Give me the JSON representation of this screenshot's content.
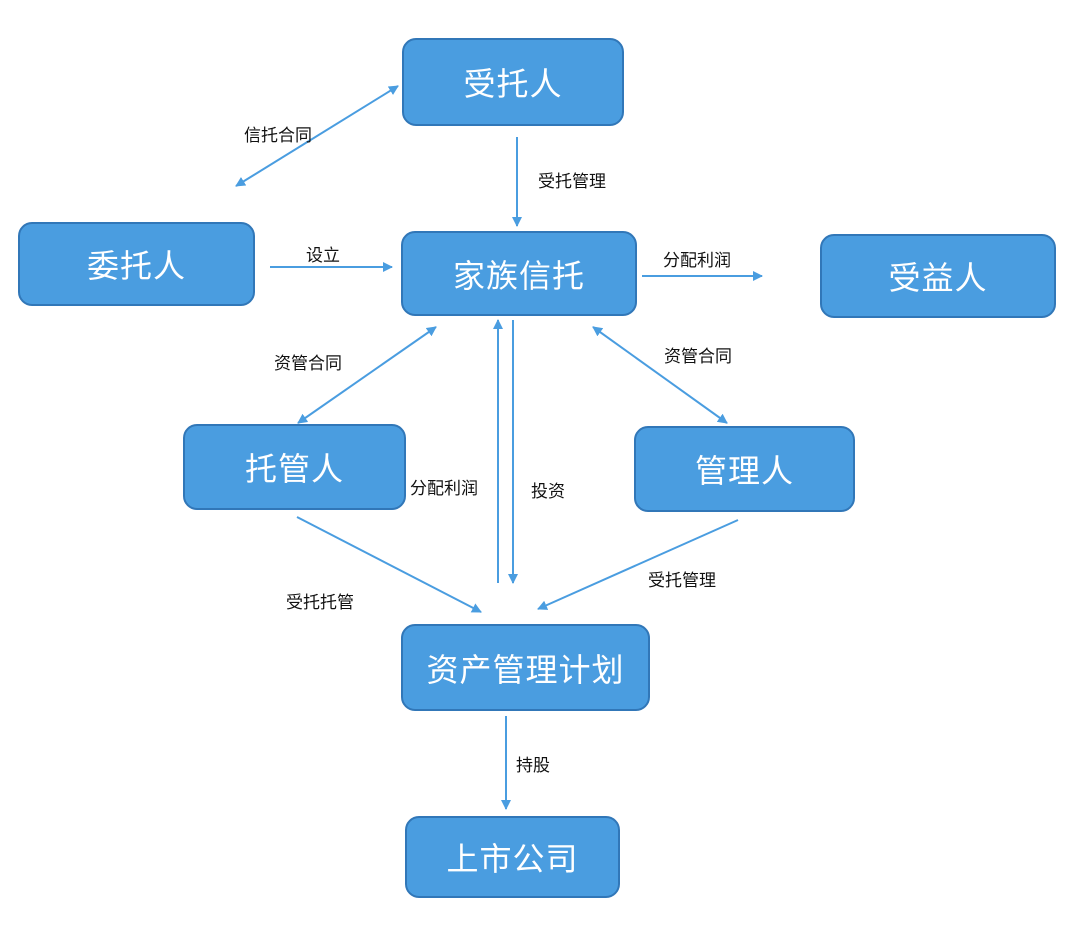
{
  "nodes": {
    "trustee": "受托人",
    "settlor": "委托人",
    "family_trust": "家族信托",
    "beneficiary": "受益人",
    "custodian": "托管人",
    "manager": "管理人",
    "asset_plan": "资产管理计划",
    "listed_company": "上市公司"
  },
  "edges": {
    "trust_contract": "信托合同",
    "trust_management": "受托管理",
    "establish": "设立",
    "distribute_profit_right": "分配利润",
    "asset_contract_left": "资管合同",
    "asset_contract_right": "资管合同",
    "distribute_profit_center": "分配利润",
    "invest": "投资",
    "trust_custody": "受托托管",
    "entrusted_management": "受托管理",
    "shareholding": "持股"
  },
  "colors": {
    "node_fill": "#4a9de0",
    "node_border": "#3177b8",
    "edge": "#4a9de0",
    "label_text": "#111111"
  }
}
